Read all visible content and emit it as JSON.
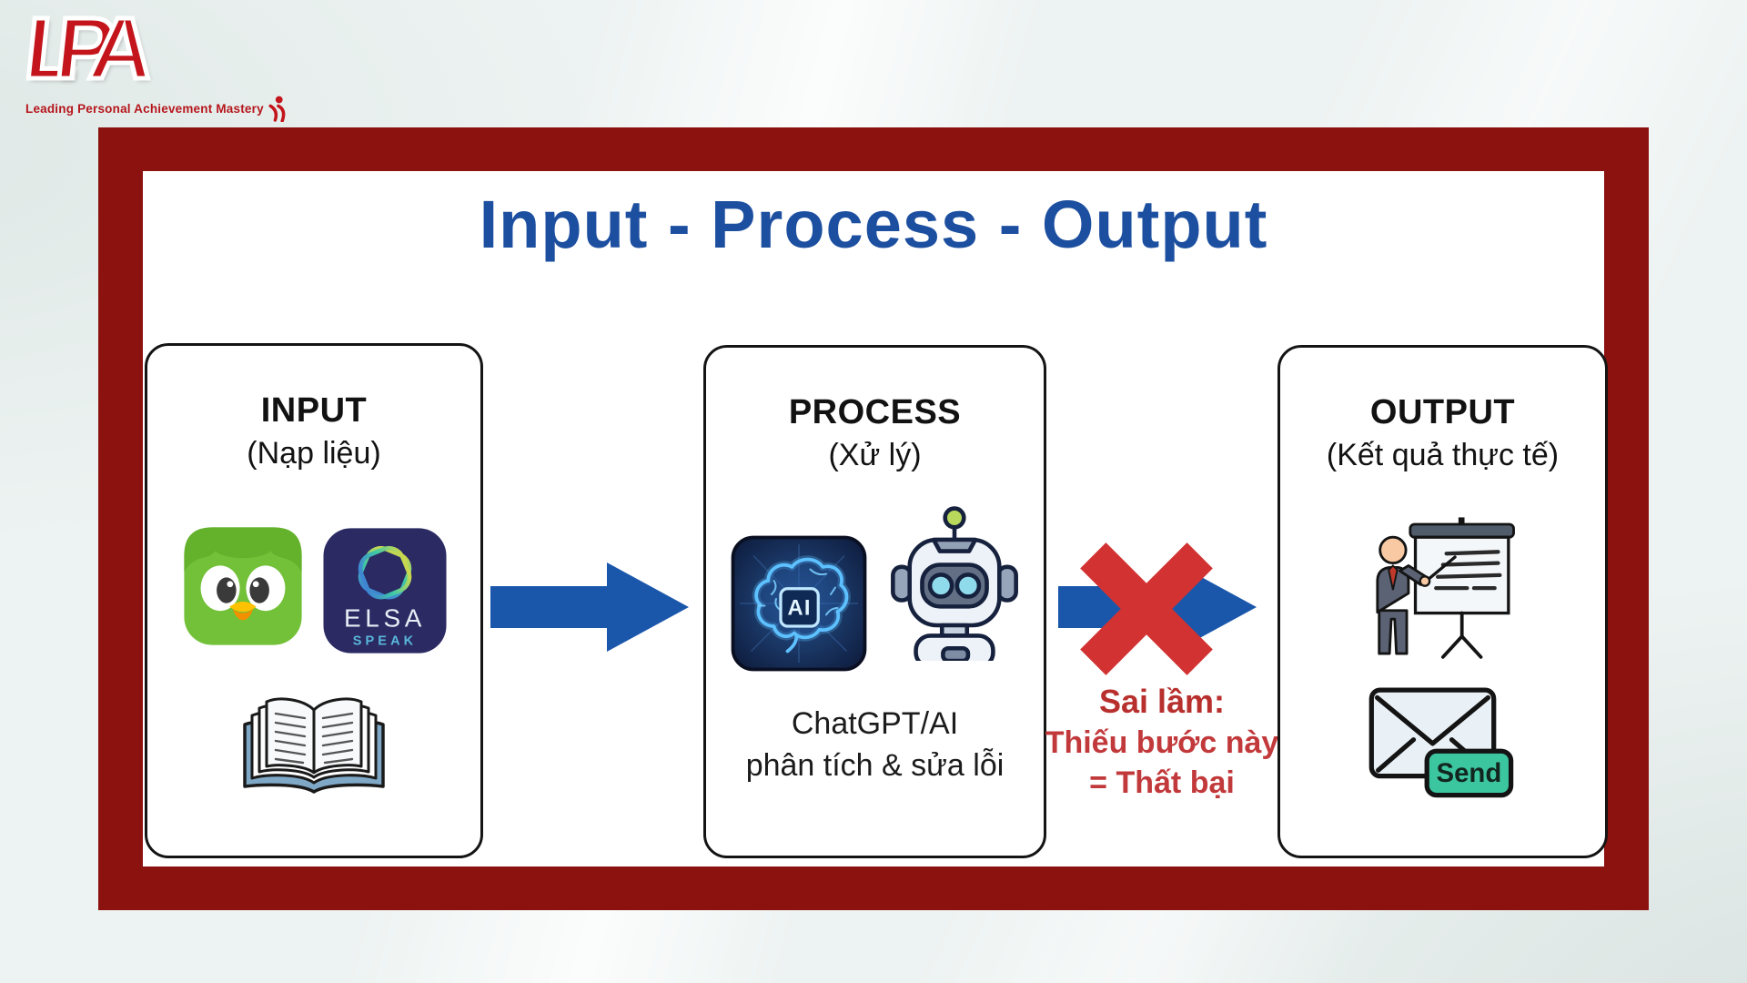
{
  "logo": {
    "letter1": "L",
    "letter2": "P",
    "letter3": "A",
    "tagline": "Leading Personal Achievement Mastery"
  },
  "title": "Input - Process - Output",
  "boxes": {
    "input": {
      "title": "INPUT",
      "subtitle": "(Nạp liệu)",
      "elsa_name": "ELSA",
      "elsa_speak": "SPEAK"
    },
    "process": {
      "title": "PROCESS",
      "subtitle": "(Xử lý)",
      "chip_label": "AI",
      "caption1": "ChatGPT/AI",
      "caption2": "phân tích & sửa lỗi"
    },
    "output": {
      "title": "OUTPUT",
      "subtitle": "(Kết quả thực tế)",
      "send_label": "Send"
    }
  },
  "warning": {
    "line1": "Sai lầm:",
    "line2": "Thiếu bước này",
    "line3": "= Thất bại"
  },
  "icons": [
    "lpa-logo",
    "duolingo-app-icon",
    "elsa-speak-app-icon",
    "open-book-icon",
    "ai-brain-icon",
    "robot-icon",
    "presenter-icon",
    "envelope-send-icon",
    "blue-arrow",
    "red-x-icon"
  ],
  "colors": {
    "frame_maroon": "#8c1210",
    "title_blue": "#1d4fa0",
    "arrow_blue": "#1a57ab",
    "x_red": "#d23231",
    "warning_red": "#c2393b",
    "duolingo_green": "#72c138",
    "elsa_navy": "#2b2a63",
    "send_green": "#3cc6a0",
    "background": "#edf3f2"
  }
}
